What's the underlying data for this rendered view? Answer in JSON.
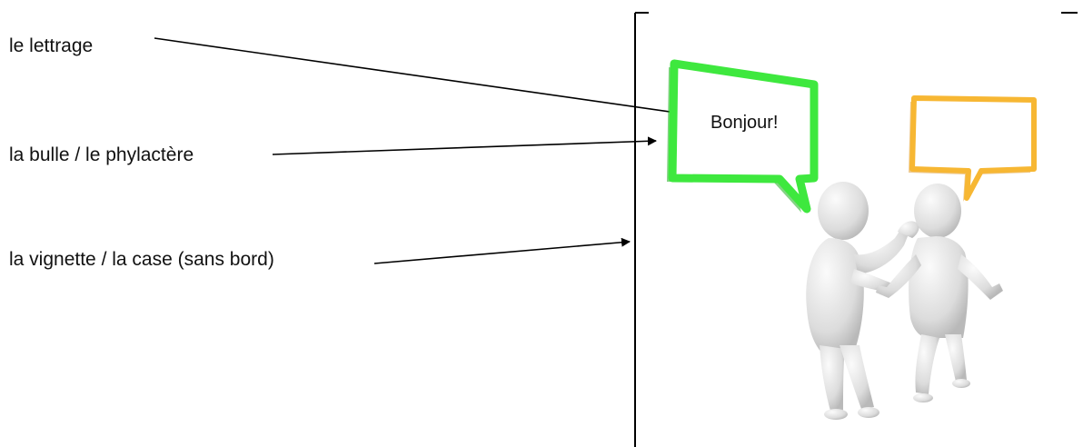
{
  "labels": {
    "lettrage": "le lettrage",
    "bulle": "la bulle / le phylactère",
    "vignette": "la vignette / la case (sans bord)"
  },
  "speech_bubble": {
    "text": "Bonjour!"
  },
  "colors": {
    "green_bubble": "#3ee83e",
    "green_bubble_dark": "#1fae1f",
    "orange_bubble": "#f7b733",
    "orange_bubble_dark": "#d98b12",
    "figure_light": "#f0f0f0",
    "figure_mid": "#d6d6d6",
    "figure_dark": "#b5b5b5",
    "line": "#000000"
  },
  "icons": [
    "green-speech-bubble-icon",
    "orange-speech-bubble-icon",
    "talking-figure-left-icon",
    "listening-figure-right-icon"
  ]
}
